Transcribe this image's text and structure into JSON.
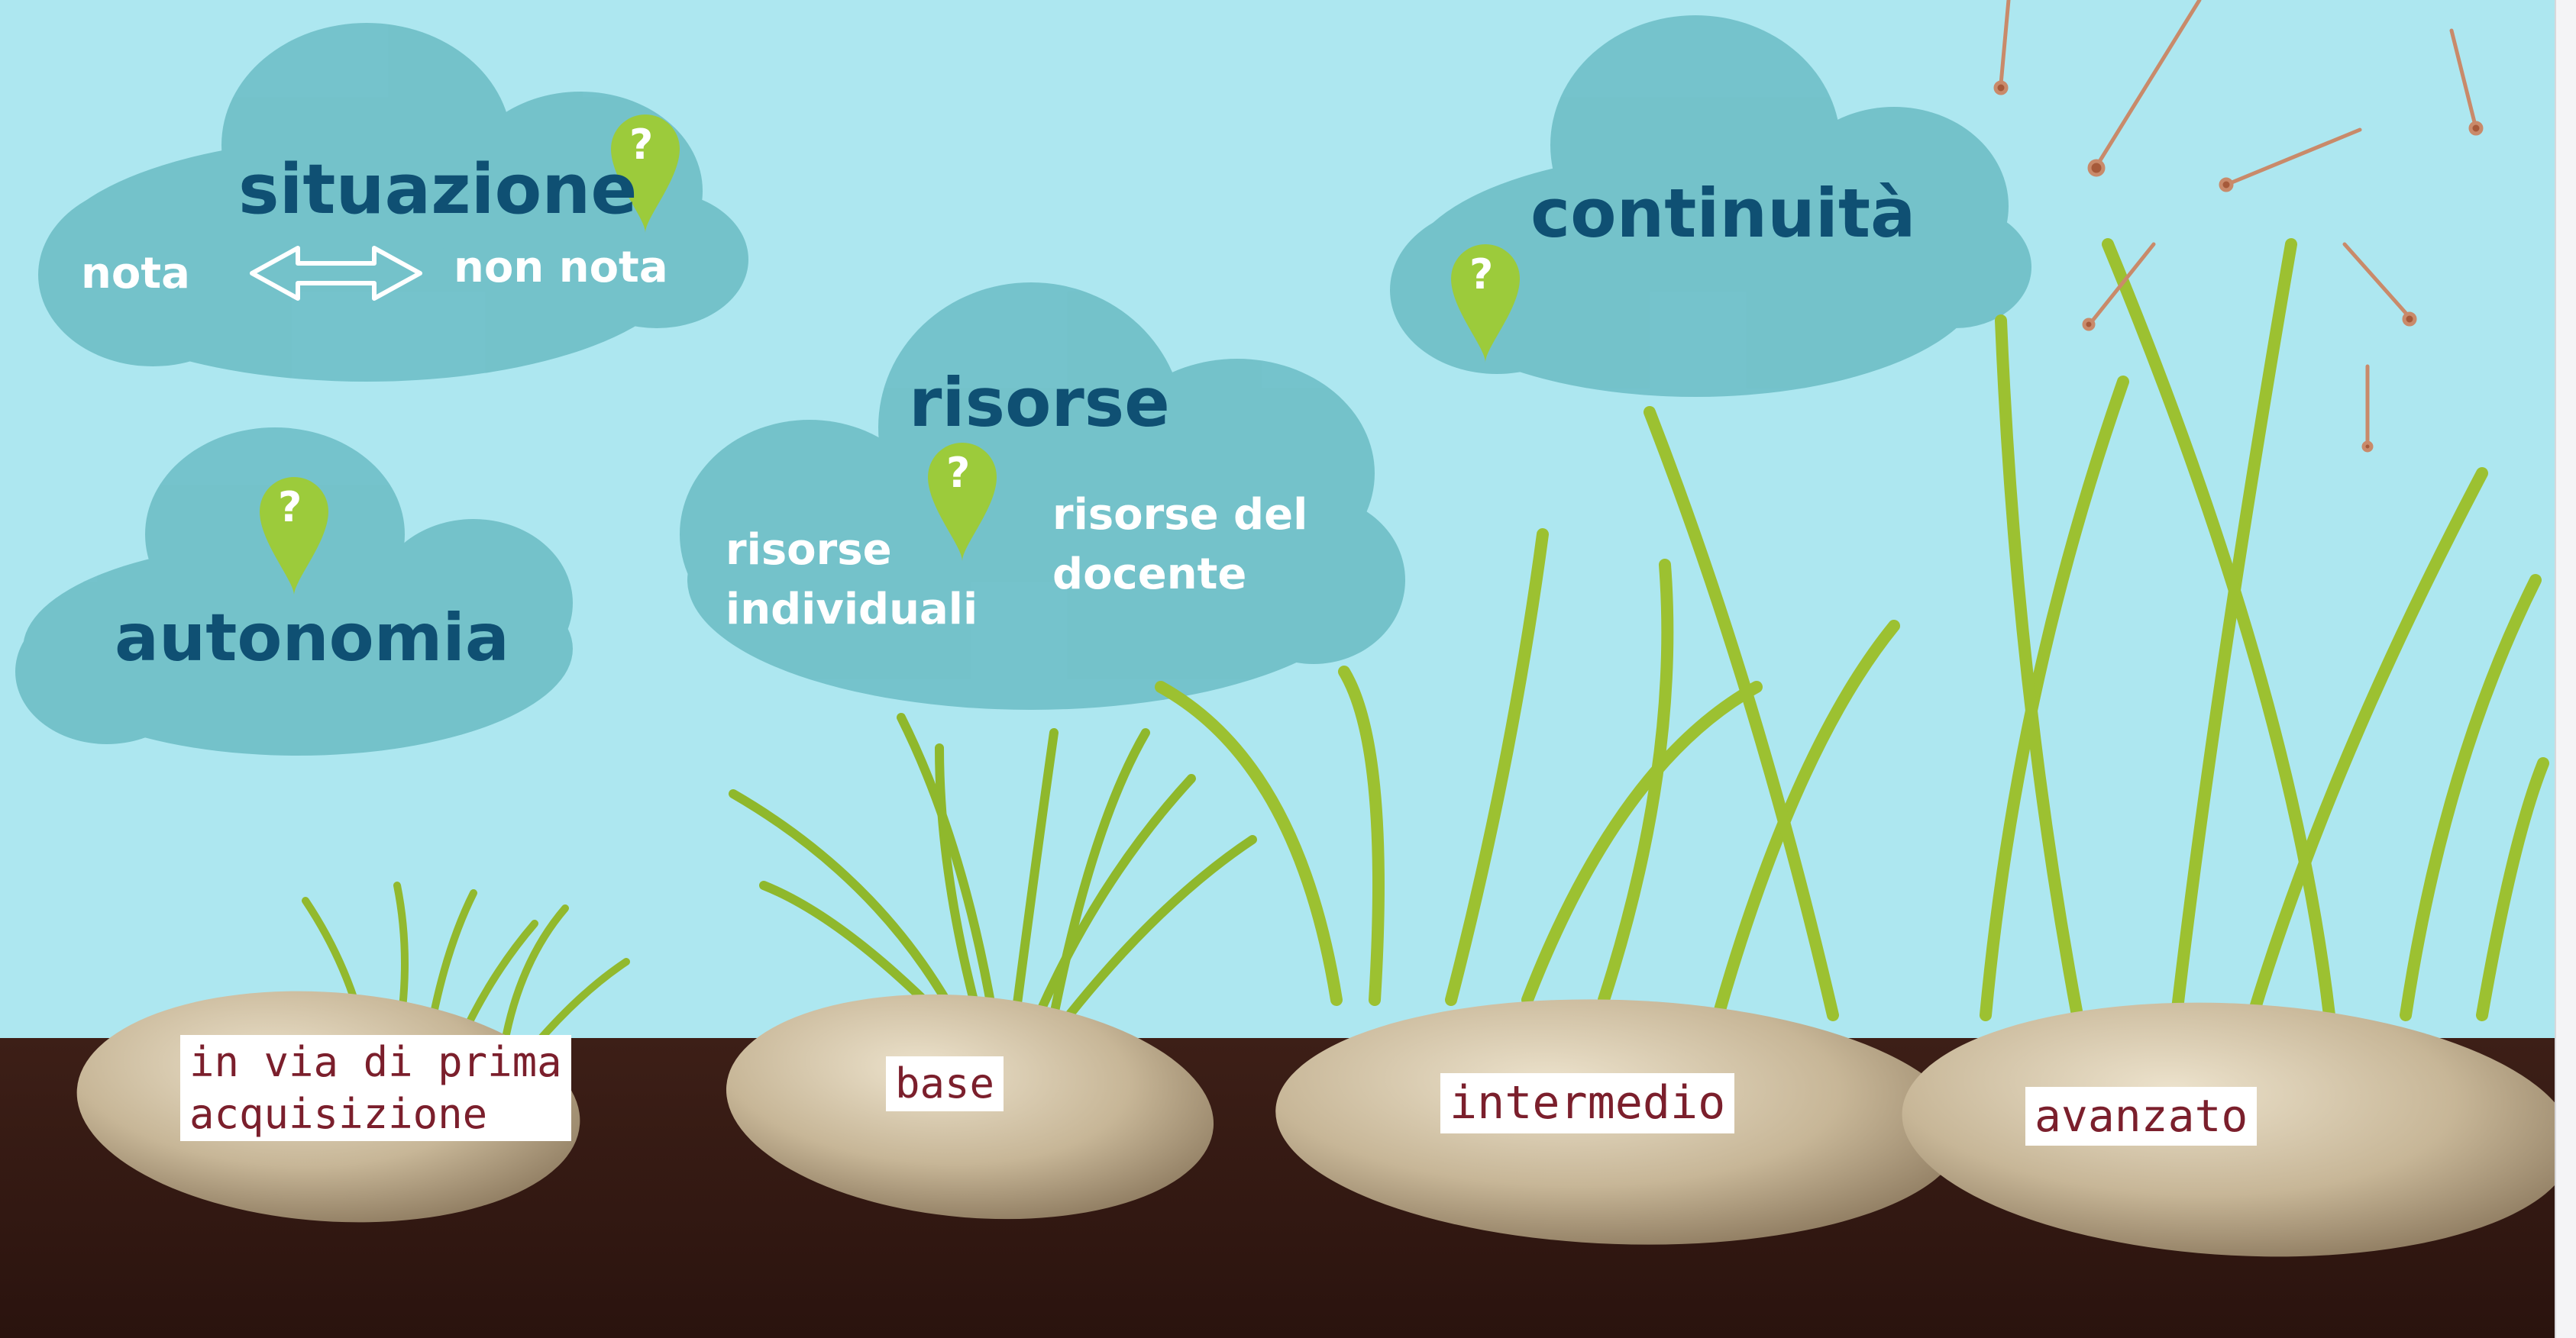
{
  "clouds": {
    "situazione": {
      "title": "situazione",
      "left_label": "nota",
      "right_label": "non nota"
    },
    "autonomia": {
      "title": "autonomia"
    },
    "risorse": {
      "title": "risorse",
      "left_label_line1": "risorse",
      "left_label_line2": "individuali",
      "right_label_line1": "risorse del",
      "right_label_line2": "docente"
    },
    "continuita": {
      "title": "continuità"
    }
  },
  "pins": {
    "glyph": "?",
    "icon": "question-map-pin-icon",
    "color": "#9ccb3b"
  },
  "levels": [
    {
      "line1": "in via di prima",
      "line2": "acquisizione"
    },
    {
      "line1": "base"
    },
    {
      "line1": "intermedio"
    },
    {
      "line1": "avanzato"
    }
  ],
  "colors": {
    "sky": "#ade7f0",
    "cloud": "#6fbfc8",
    "soil": "#3a1d16",
    "grass": "#8fb82c",
    "stone": "#c9b99c",
    "title": "#0f5073",
    "label_text": "#7b1f2c"
  }
}
